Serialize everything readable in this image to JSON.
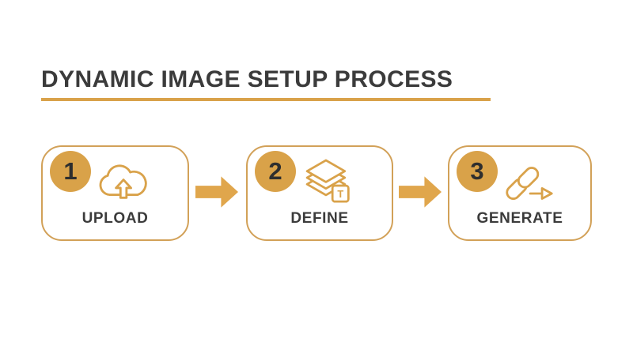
{
  "page": {
    "title": "DYNAMIC IMAGE SETUP PROCESS",
    "background_color": "#FFFFFF",
    "accent_color": "#D9A24A",
    "box_border_color": "#D2A158",
    "title_color": "#3B3B3B"
  },
  "steps": [
    {
      "number": "1",
      "label": "UPLOAD",
      "icon": "cloud-upload-icon"
    },
    {
      "number": "2",
      "label": "DEFINE",
      "icon": "layers-text-icon",
      "icon_badge": "T"
    },
    {
      "number": "3",
      "label": "GENERATE",
      "icon": "link-arrow-icon"
    }
  ],
  "connectors": [
    {
      "type": "arrow-right"
    },
    {
      "type": "arrow-right"
    }
  ]
}
